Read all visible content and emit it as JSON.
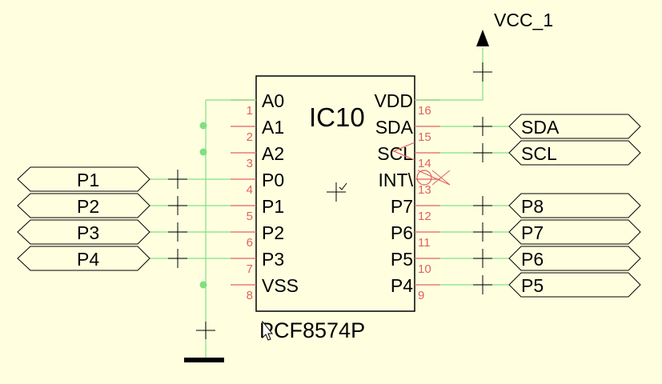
{
  "component": {
    "designator": "IC10",
    "part_number": "PCF8574P"
  },
  "left_pins": [
    {
      "name": "A0",
      "number": "1"
    },
    {
      "name": "A1",
      "number": "2"
    },
    {
      "name": "A2",
      "number": "3"
    },
    {
      "name": "P0",
      "number": "4"
    },
    {
      "name": "P1",
      "number": "5"
    },
    {
      "name": "P2",
      "number": "6"
    },
    {
      "name": "P3",
      "number": "7"
    },
    {
      "name": "VSS",
      "number": "8"
    }
  ],
  "right_pins": [
    {
      "name": "VDD",
      "number": "16"
    },
    {
      "name": "SDA",
      "number": "15"
    },
    {
      "name": "SCL",
      "number": "14"
    },
    {
      "name": "INT\\",
      "number": "13"
    },
    {
      "name": "P7",
      "number": "12"
    },
    {
      "name": "P6",
      "number": "11"
    },
    {
      "name": "P5",
      "number": "10"
    },
    {
      "name": "P4",
      "number": "9"
    }
  ],
  "left_ports": [
    "P1",
    "P2",
    "P3",
    "P4"
  ],
  "right_ports": [
    "SDA",
    "SCL",
    "P8",
    "P7",
    "P6",
    "P5"
  ],
  "power": {
    "label": "VCC_1"
  },
  "colors": {
    "background": "#ffffe0",
    "wire": "#80e080",
    "pin": "#e06060",
    "ink": "#000000"
  }
}
